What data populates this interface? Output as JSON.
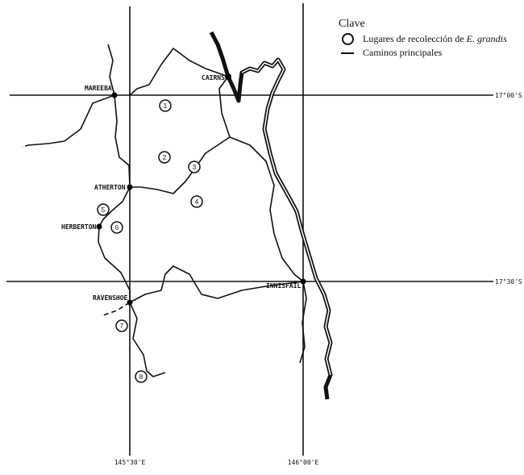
{
  "legend": {
    "title": "Clave",
    "items": [
      {
        "symbol": "circle",
        "label_prefix": "Lugares de recolección de ",
        "label_italic": "E. grandis"
      },
      {
        "symbol": "line",
        "label": "Caminos principales"
      }
    ]
  },
  "latitudes": [
    "17°00'S",
    "17°30'S"
  ],
  "longitudes": [
    "145°30'E",
    "146°00'E"
  ],
  "towns": [
    "MAREEBA",
    "CAIRNS",
    "ATHERTON",
    "HERBERTON",
    "RAVENSHOE",
    "INNISFAIL"
  ],
  "sites": [
    "1",
    "2",
    "3",
    "4",
    "5",
    "6",
    "7",
    "8"
  ]
}
